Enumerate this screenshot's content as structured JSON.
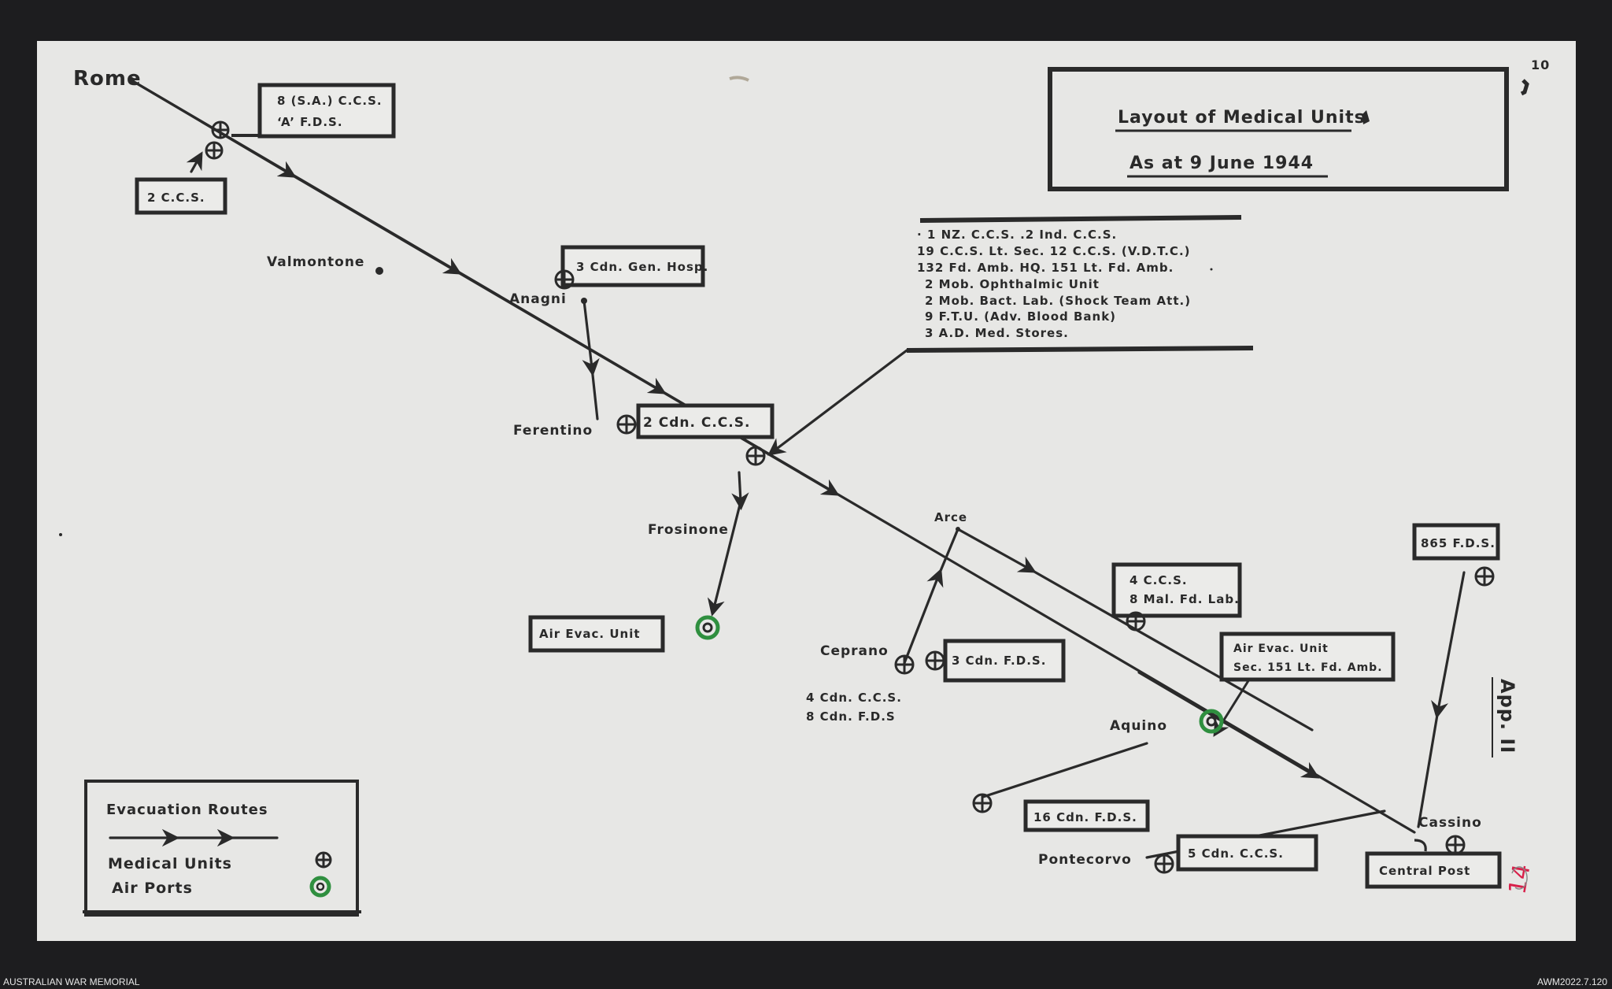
{
  "title": {
    "line1": "Layout of Medical Units",
    "line2": "As at 9 June 1944"
  },
  "page_number": "10",
  "sheet_number": "14",
  "appendix": "App. II",
  "places": {
    "rome": "Rome",
    "valmontone": "Valmontone",
    "anagni": "Anagni",
    "ferentino": "Ferentino",
    "frosinone": "Frosinone",
    "ceprano": "Ceprano",
    "arce": "Arce",
    "aquino": "Aquino",
    "pontecorvo": "Pontecorvo",
    "cassino": "Cassino"
  },
  "unit_boxes": {
    "sa_ccs": [
      "8 (S.A.) C.C.S.",
      "‘A’ F.D.S."
    ],
    "ccs_2": "2 C.C.S.",
    "gen_hosp": "3 Cdn. Gen. Hosp.",
    "cdn_ccs_2": "2 Cdn. C.C.S.",
    "air_evac": "Air Evac. Unit",
    "cdn_fds_3": "3 Cdn. F.D.S.",
    "ccs_4": [
      "4 C.C.S.",
      "8 Mal. Fd. Lab."
    ],
    "air_evac_sec": [
      "Air Evac. Unit",
      "Sec. 151 Lt. Fd. Amb."
    ],
    "fds_865": "865 F.D.S.",
    "cdn_fds_16": "16 Cdn. F.D.S.",
    "cdn_ccs_5": "5 Cdn. C.C.S.",
    "central_post": "Central Post"
  },
  "ceprano_units": [
    "4 Cdn. C.C.S.",
    "8 Cdn. F.D.S"
  ],
  "unit_list": [
    "· 1 NZ. C.C.S. .2 Ind. C.C.S.",
    "19 C.C.S. Lt. Sec. 12 C.C.S. (V.D.T.C.)",
    "132 Fd. Amb. HQ. 151 Lt. Fd. Amb.",
    "2 Mob. Ophthalmic Unit",
    "2 Mob. Bact. Lab. (Shock Team Att.)",
    "9 F.T.U. (Adv. Blood Bank)",
    "3 A.D. Med. Stores."
  ],
  "legend": {
    "routes": "Evacuation Routes",
    "medical_units": "Medical Units",
    "air_ports": "Air Ports"
  },
  "footer": {
    "left": "AUSTRALIAN WAR MEMORIAL",
    "right": "AWM2022.7.120"
  },
  "colors": {
    "ink": "#2a2a2a",
    "paper": "#e7e7e5",
    "airport_green": "#2f8f3f",
    "pencil_red": "#d8204a"
  }
}
